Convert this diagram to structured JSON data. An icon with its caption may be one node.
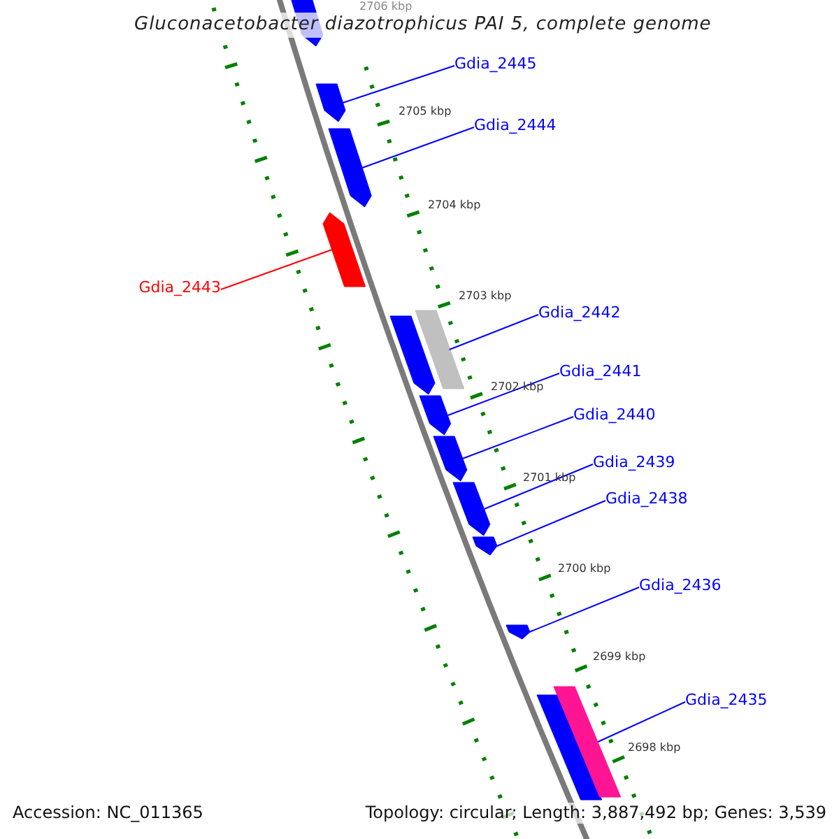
{
  "diagram": {
    "title": "Gluconacetobacter diazotrophicus PAI 5, complete genome",
    "nodes": [
      {
        "text": [],
        "shape": "pentagon"
      },
      {
        "text": [],
        "shape": "pentagon"
      },
      {
        "text": [],
        "shape": "pentagon"
      },
      {
        "text": [],
        "shape": "pentagon"
      },
      {
        "text": [],
        "shape": "pentagon"
      },
      {
        "text": [],
        "shape": "bar"
      },
      {
        "text": [],
        "shape": "pentagon"
      },
      {
        "text": [],
        "shape": "pentagon"
      },
      {
        "text": [],
        "shape": "pentagon"
      },
      {
        "text": [],
        "shape": "pentagon"
      },
      {
        "text": [],
        "shape": "pentagon"
      },
      {
        "text": [],
        "shape": "bar"
      },
      {
        "text": [],
        "shape": "bar"
      },
      {
        "text": [
          "Gdia_2445"
        ]
      },
      {
        "text": [
          "Gdia_2444"
        ]
      },
      {
        "text": [
          "Gdia_2443"
        ]
      },
      {
        "text": [
          "Gdia_2442"
        ]
      },
      {
        "text": [
          "Gdia_2441"
        ]
      },
      {
        "text": [
          "Gdia_2440"
        ]
      },
      {
        "text": [
          "Gdia_2439"
        ]
      },
      {
        "text": [
          "Gdia_2438"
        ]
      },
      {
        "text": [
          "Gdia_2436"
        ]
      },
      {
        "text": [
          "Gdia_2435"
        ]
      }
    ],
    "edges": [
      {
        "from": 13,
        "to": 1,
        "arrow": "none"
      },
      {
        "from": 14,
        "to": 2,
        "arrow": "none"
      },
      {
        "from": 15,
        "to": 3,
        "arrow": "none",
        "color": "#ff0000"
      },
      {
        "from": 16,
        "to": 5,
        "arrow": "none"
      },
      {
        "from": 17,
        "to": 6,
        "arrow": "none"
      },
      {
        "from": 18,
        "to": 7,
        "arrow": "none"
      },
      {
        "from": 19,
        "to": 8,
        "arrow": "none"
      },
      {
        "from": 20,
        "to": 9,
        "arrow": "none"
      },
      {
        "from": 21,
        "to": 10,
        "arrow": "none"
      },
      {
        "from": 22,
        "to": 12,
        "arrow": "none"
      }
    ],
    "labels": [
      "2706 kbp",
      "2705 kbp",
      "2704 kbp",
      "2703 kbp",
      "2702 kbp",
      "2701 kbp",
      "2700 kbp",
      "2699 kbp",
      "2698 kbp",
      "Accession: NC_011365",
      "Topology: circular; Length: 3,887,492 bp; Genes: 3,539"
    ]
  }
}
